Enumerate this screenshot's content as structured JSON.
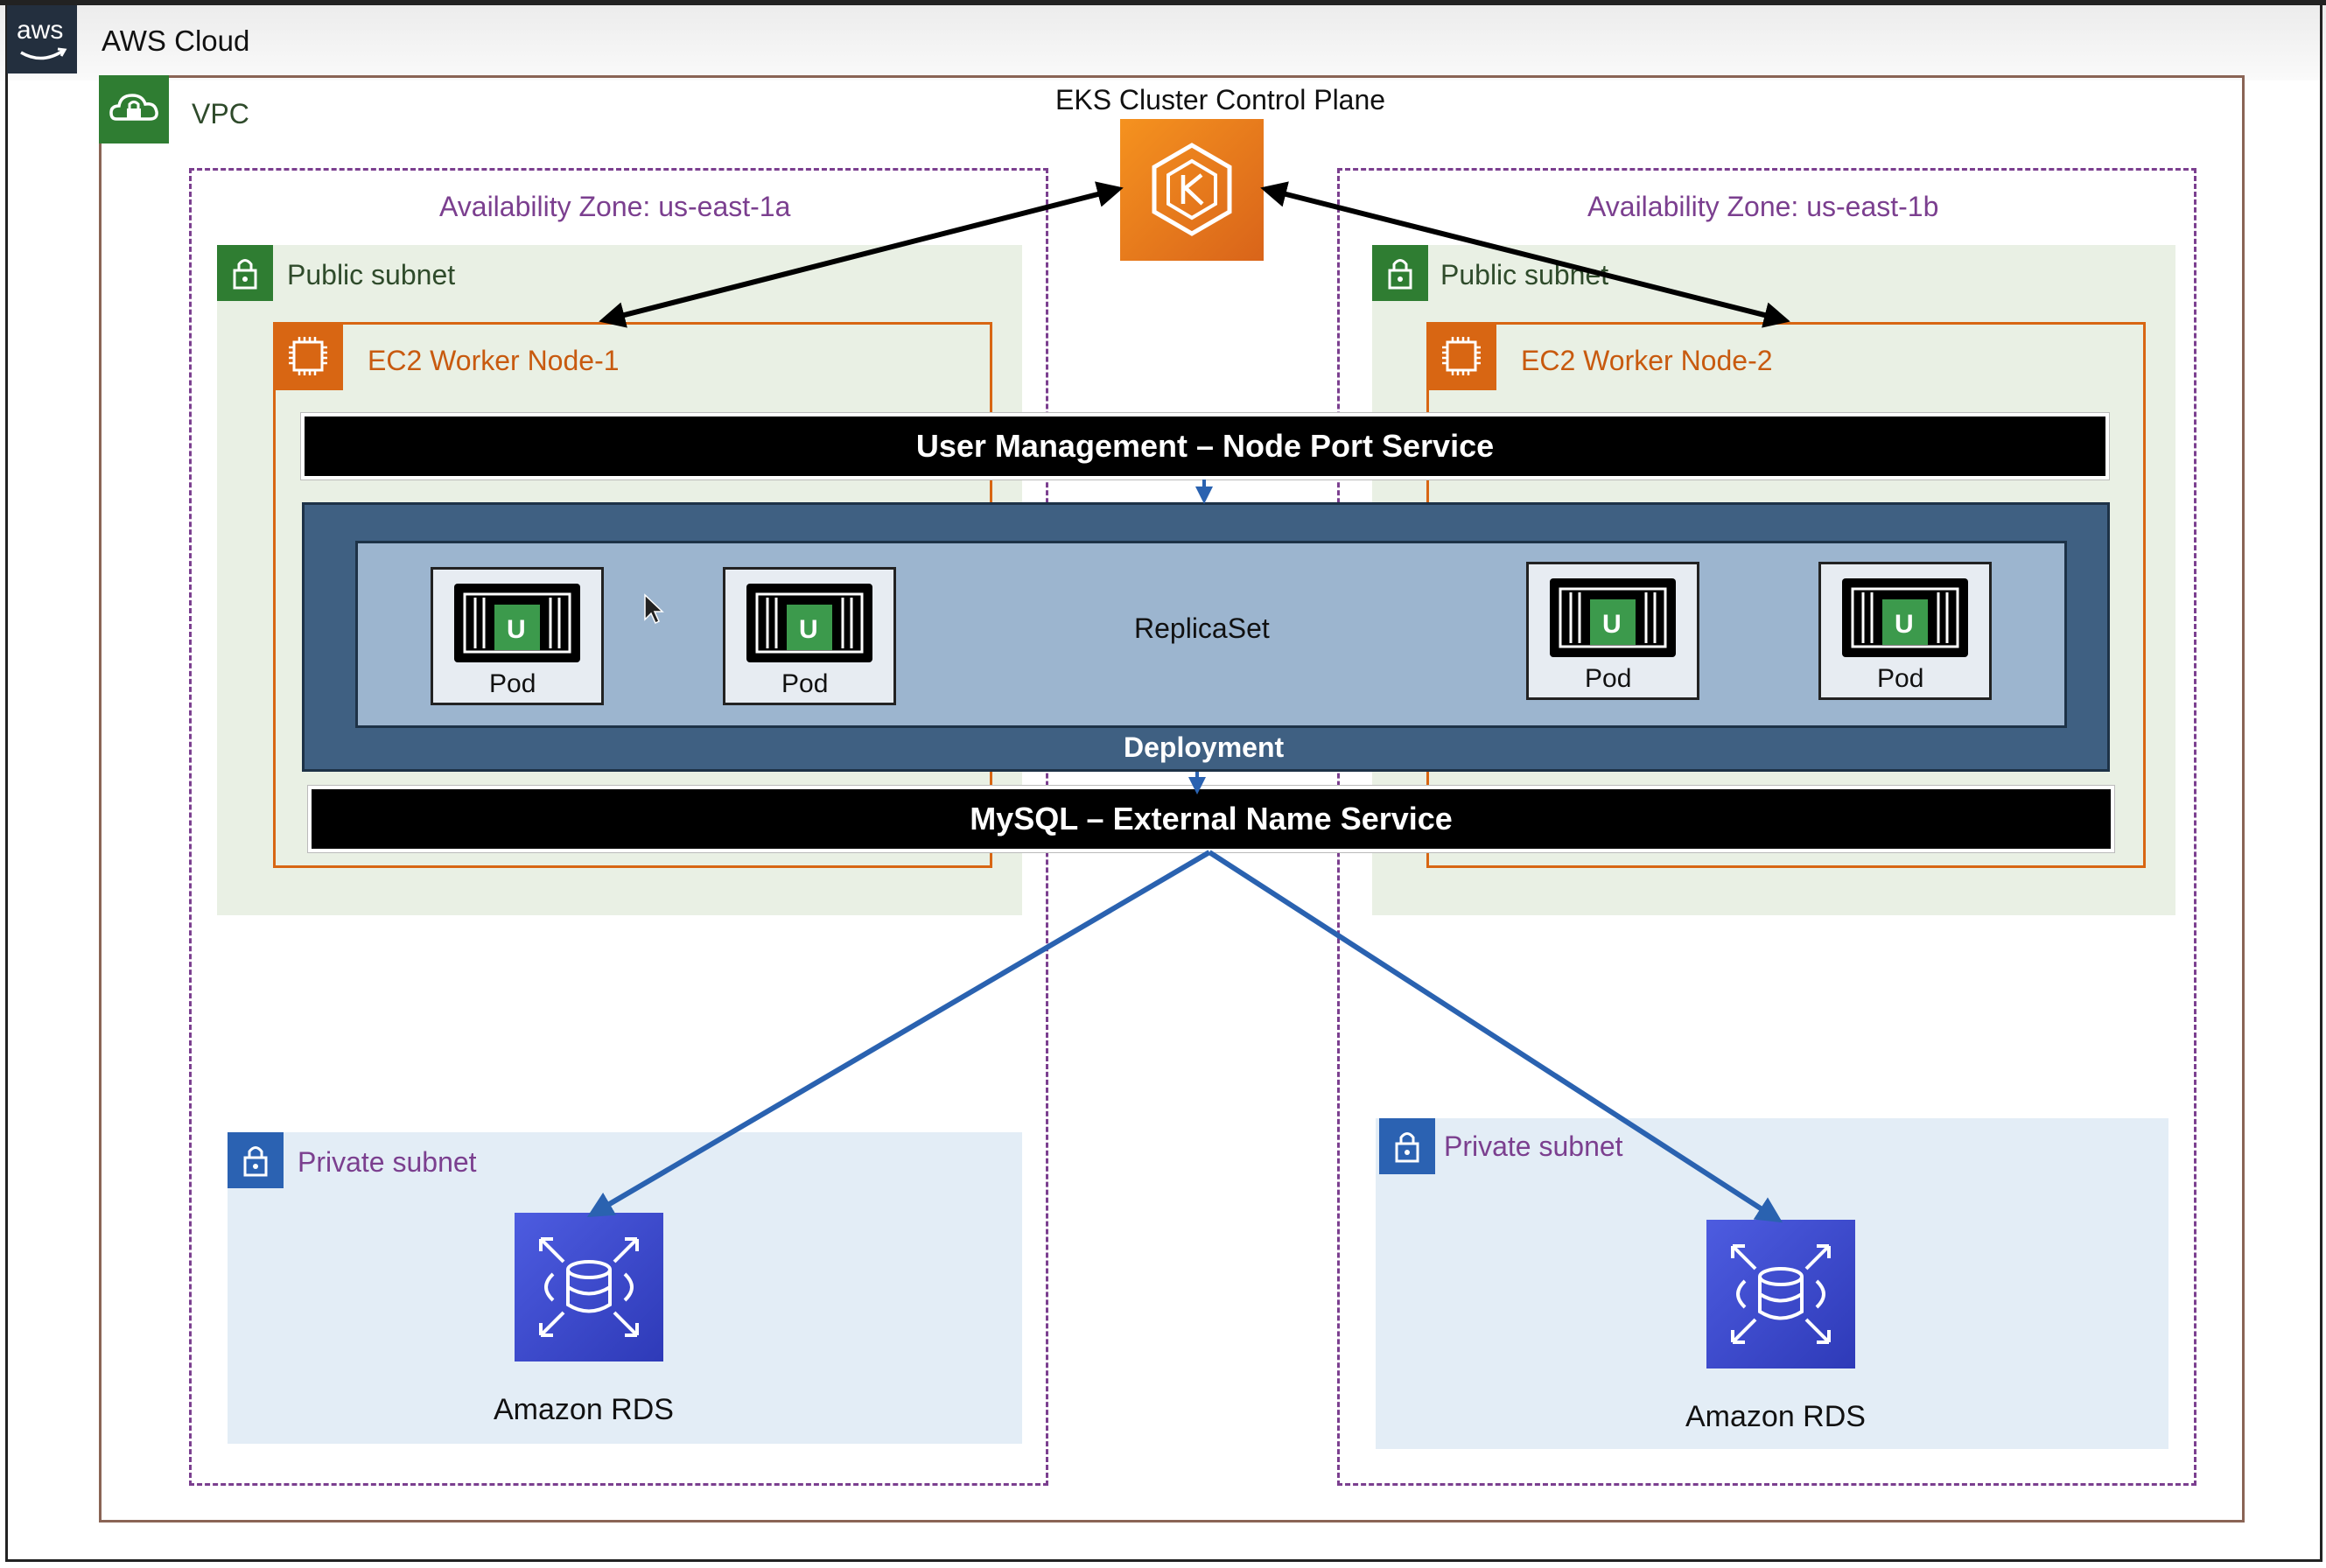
{
  "cloud": {
    "title": "AWS Cloud",
    "logo_text": "aws",
    "logo_icon": "aws-logo-icon"
  },
  "vpc": {
    "label": "VPC",
    "icon": "cloud-lock-icon"
  },
  "control_plane": {
    "label": "EKS Cluster Control Plane",
    "icon": "eks-icon"
  },
  "zones": [
    {
      "label": "Availability Zone: us-east-1a"
    },
    {
      "label": "Availability Zone: us-east-1b"
    }
  ],
  "public_subnets": [
    {
      "label": "Public subnet",
      "icon": "lock-icon"
    },
    {
      "label": "Public subnet",
      "icon": "lock-icon"
    }
  ],
  "worker_nodes": [
    {
      "label": "EC2 Worker Node-1",
      "icon": "chip-icon"
    },
    {
      "label": "EC2 Worker Node-2",
      "icon": "chip-icon"
    }
  ],
  "services": {
    "nodeport": "User Management – Node Port Service",
    "externalname": "MySQL – External Name Service"
  },
  "deployment": {
    "label": "Deployment"
  },
  "replicaset": {
    "label": "ReplicaSet"
  },
  "pods": [
    {
      "label": "Pod",
      "badge": "U"
    },
    {
      "label": "Pod",
      "badge": "U"
    },
    {
      "label": "Pod",
      "badge": "U"
    },
    {
      "label": "Pod",
      "badge": "U"
    }
  ],
  "private_subnets": [
    {
      "label": "Private subnet",
      "icon": "lock-icon"
    },
    {
      "label": "Private subnet",
      "icon": "lock-icon"
    }
  ],
  "databases": [
    {
      "label": "Amazon RDS",
      "icon": "rds-icon"
    },
    {
      "label": "Amazon RDS",
      "icon": "rds-icon"
    }
  ],
  "colors": {
    "vpc_green": "#2f7d32",
    "zone_purple": "#7b3f8f",
    "public_fill": "#e9f0e4",
    "private_fill": "#e3edf6",
    "ec2_orange": "#d86613",
    "eks_orange": "#ed7d1f",
    "deployment_blue": "#3f6082",
    "replicaset_blue": "#9cb5cf",
    "pod_green": "#3c9a4c",
    "rds_blue": "#3b48cc",
    "connector_blue": "#2a62b0",
    "subnet_blue": "#2b62b2"
  }
}
